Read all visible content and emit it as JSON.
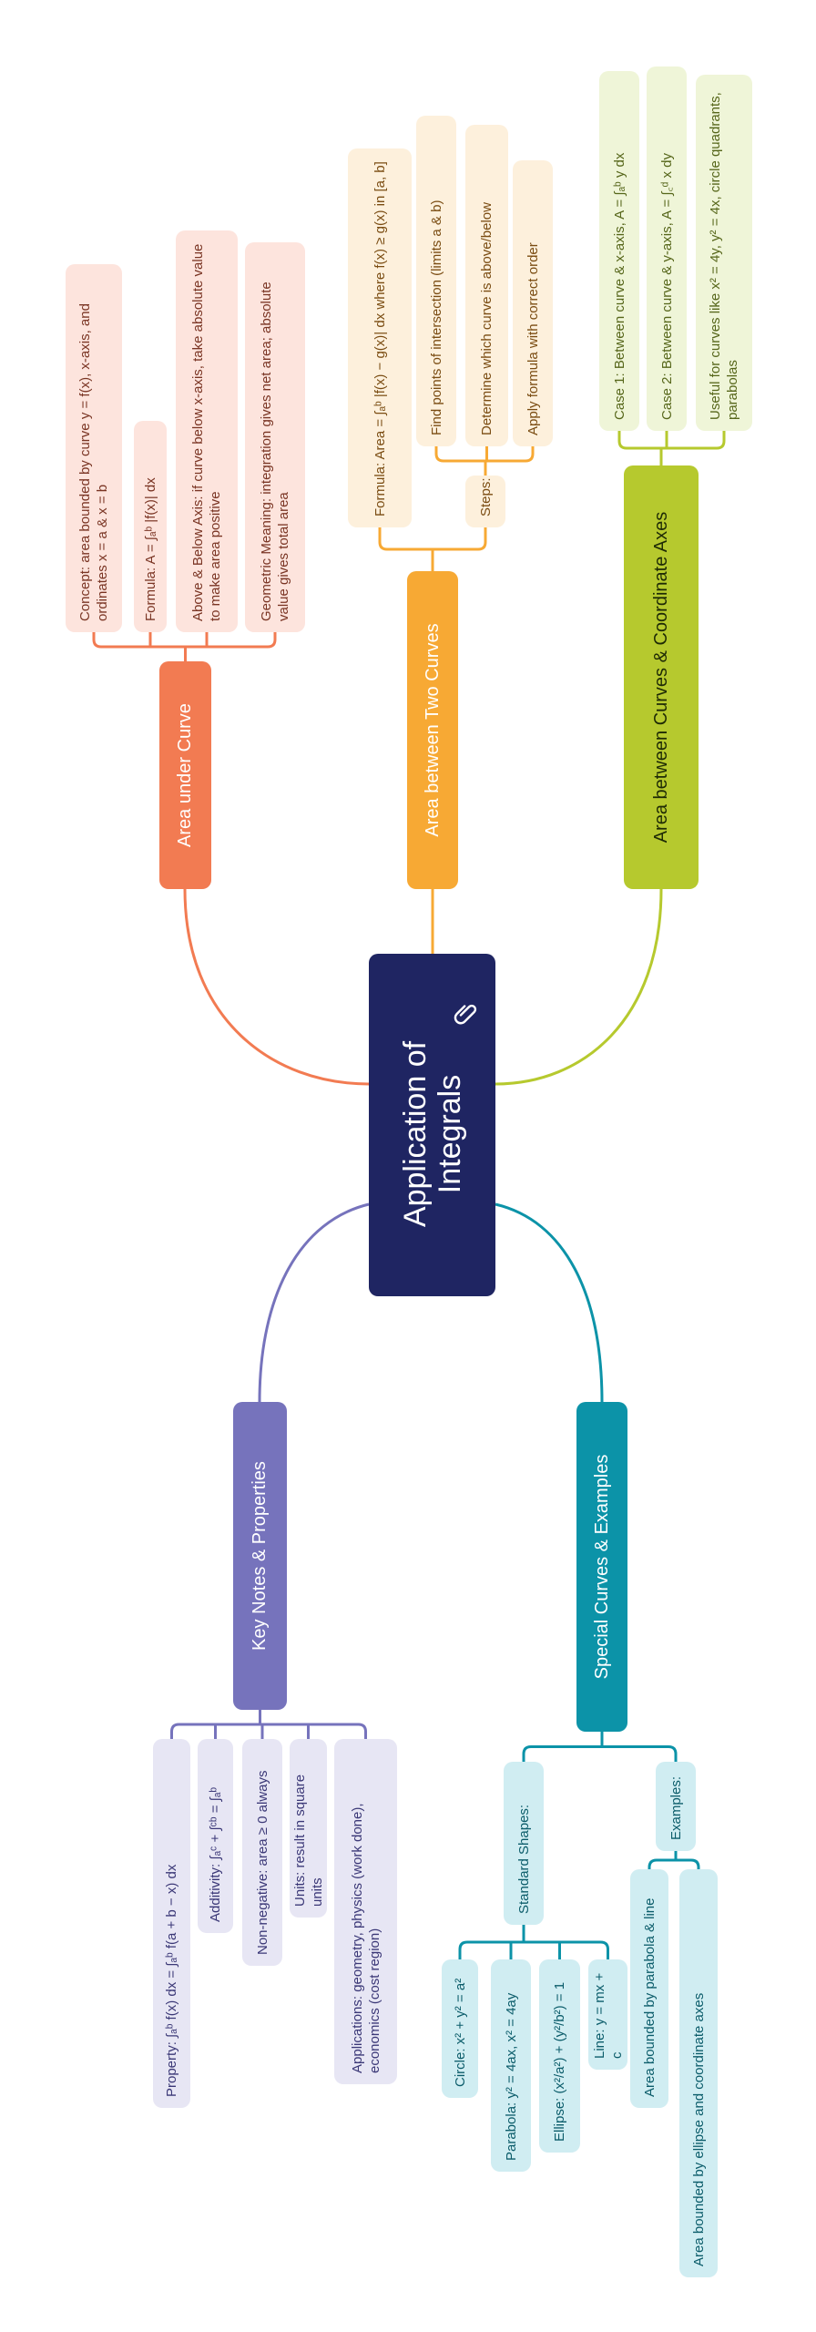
{
  "central": {
    "title": "Application of Integrals",
    "icon": "paperclip-icon"
  },
  "colors": {
    "central": "#1f2562",
    "orange": "#f27b52",
    "yellow": "#f7a934",
    "green": "#b6c92e",
    "purple": "#7673bc",
    "teal": "#0c93a8"
  },
  "area_under_curve": {
    "label": "Area under Curve",
    "items": [
      "Concept: area bounded by curve y = f(x), x-axis, and ordinates x = a & x = b",
      "Formula: A = ∫ₐᵇ |f(x)| dx",
      "Above & Below Axis: if curve below x-axis, take absolute value to make area positive",
      "Geometric Meaning: integration gives net area; absolute value gives total area"
    ]
  },
  "two_curves": {
    "label": "Area between Two Curves",
    "formula": "Formula: Area = ∫ₐᵇ |f(x) − g(x)| dx where f(x) ≥ g(x) in [a, b]",
    "steps_label": "Steps:",
    "steps": [
      "Find points of intersection (limits a & b)",
      "Determine which curve is above/below",
      "Apply formula with correct order"
    ]
  },
  "coordinate_axes": {
    "label": "Area between Curves & Coordinate Axes",
    "items": [
      "Case 1: Between curve & x-axis, A = ∫ₐᵇ y dx",
      "Case 2: Between curve & y-axis, A = ∫꜀ᵈ x dy",
      "Useful for curves like x² = 4y, y² = 4x, circle quadrants, parabolas"
    ]
  },
  "key_notes": {
    "label": "Key Notes & Properties",
    "items": [
      "Property: ∫ₐᵇ f(x) dx = ∫ₐᵇ f(a + b − x) dx",
      "Additivity: ∫ₐᶜ + ∫ᶜᵇ = ∫ₐᵇ",
      "Non-negative: area ≥ 0 always",
      "Units: result in square units",
      "Applications: geometry, physics (work done), economics (cost region)"
    ]
  },
  "special_curves": {
    "label": "Special Curves & Examples",
    "standard_label": "Standard Shapes:",
    "standard": [
      "Circle: x² + y² = a²",
      "Parabola: y² = 4ax, x² = 4ay",
      "Ellipse: (x²/a²) + (y²/b²) = 1",
      "Line: y = mx + c"
    ],
    "examples_label": "Examples:",
    "examples": [
      "Area bounded by parabola & line",
      "Area bounded by ellipse and coordinate axes"
    ]
  }
}
